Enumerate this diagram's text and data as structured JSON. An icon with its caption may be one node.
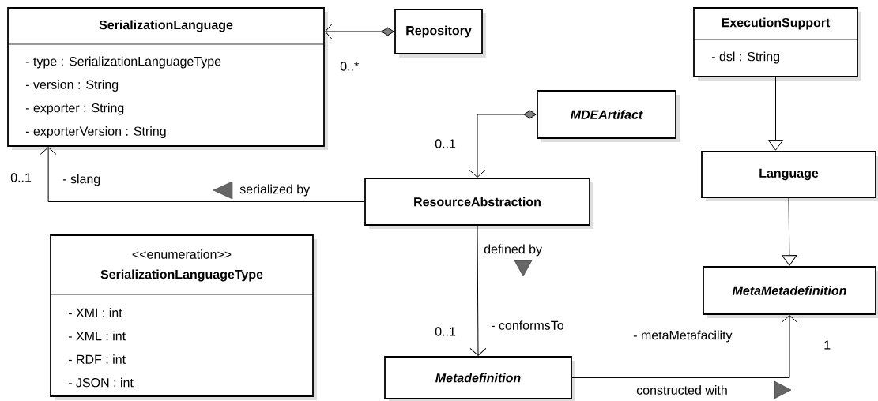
{
  "diagram": {
    "nodes": [
      {
        "text": [
          "SerializationLanguage",
          "- type : SerializationLanguageType",
          "- version : String",
          "- exporter : String",
          "- exporterVersion : String"
        ]
      },
      {
        "text": [
          "Repository"
        ]
      },
      {
        "text": [
          "ExecutionSupport",
          "- dsl : String"
        ]
      },
      {
        "text": [
          "MDEArtifact"
        ]
      },
      {
        "text": [
          "Language"
        ]
      },
      {
        "text": [
          "ResourceAbstraction"
        ]
      },
      {
        "text": [
          "<<enumeration>>",
          "SerializationLanguageType",
          "- XMI : int",
          "- XML : int",
          "- RDF : int",
          "- JSON : int"
        ]
      },
      {
        "text": [
          "MetaMetadefinition"
        ]
      },
      {
        "text": [
          "Metadefinition"
        ]
      }
    ],
    "edges": [
      {
        "from": 1,
        "to": 0,
        "arrow": "to"
      },
      {
        "from": 3,
        "to": 5,
        "arrow": "to"
      },
      {
        "from": 2,
        "to": 4,
        "arrow": "to"
      },
      {
        "from": 4,
        "to": 7,
        "arrow": "to"
      },
      {
        "from": 5,
        "to": 0,
        "arrow": "to",
        "label": "serialized by"
      },
      {
        "from": 5,
        "to": 8,
        "arrow": "to",
        "label": "defined by"
      },
      {
        "from": 8,
        "to": 7,
        "arrow": "to",
        "label": "constructed with"
      }
    ],
    "labels": [
      "0..*",
      "0..1",
      "0..1",
      "- slang",
      "- conformsTo",
      "0..1",
      "- metaMetafacility",
      "1"
    ]
  }
}
